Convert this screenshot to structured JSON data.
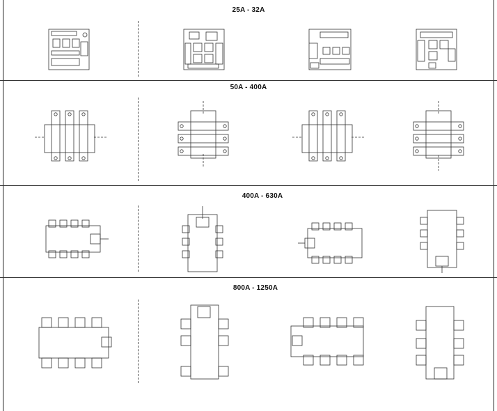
{
  "sections": [
    {
      "title": "25A - 32A",
      "views": [
        "front",
        "left",
        "right",
        "rear"
      ]
    },
    {
      "title": "50A - 400A",
      "views": [
        "front",
        "left",
        "right",
        "rear"
      ]
    },
    {
      "title": "400A - 630A",
      "views": [
        "front",
        "left",
        "right",
        "rear"
      ]
    },
    {
      "title": "800A - 1250A",
      "views": [
        "front",
        "left",
        "right",
        "rear"
      ]
    }
  ],
  "colors": {
    "line": "#333333",
    "background": "#ffffff"
  }
}
